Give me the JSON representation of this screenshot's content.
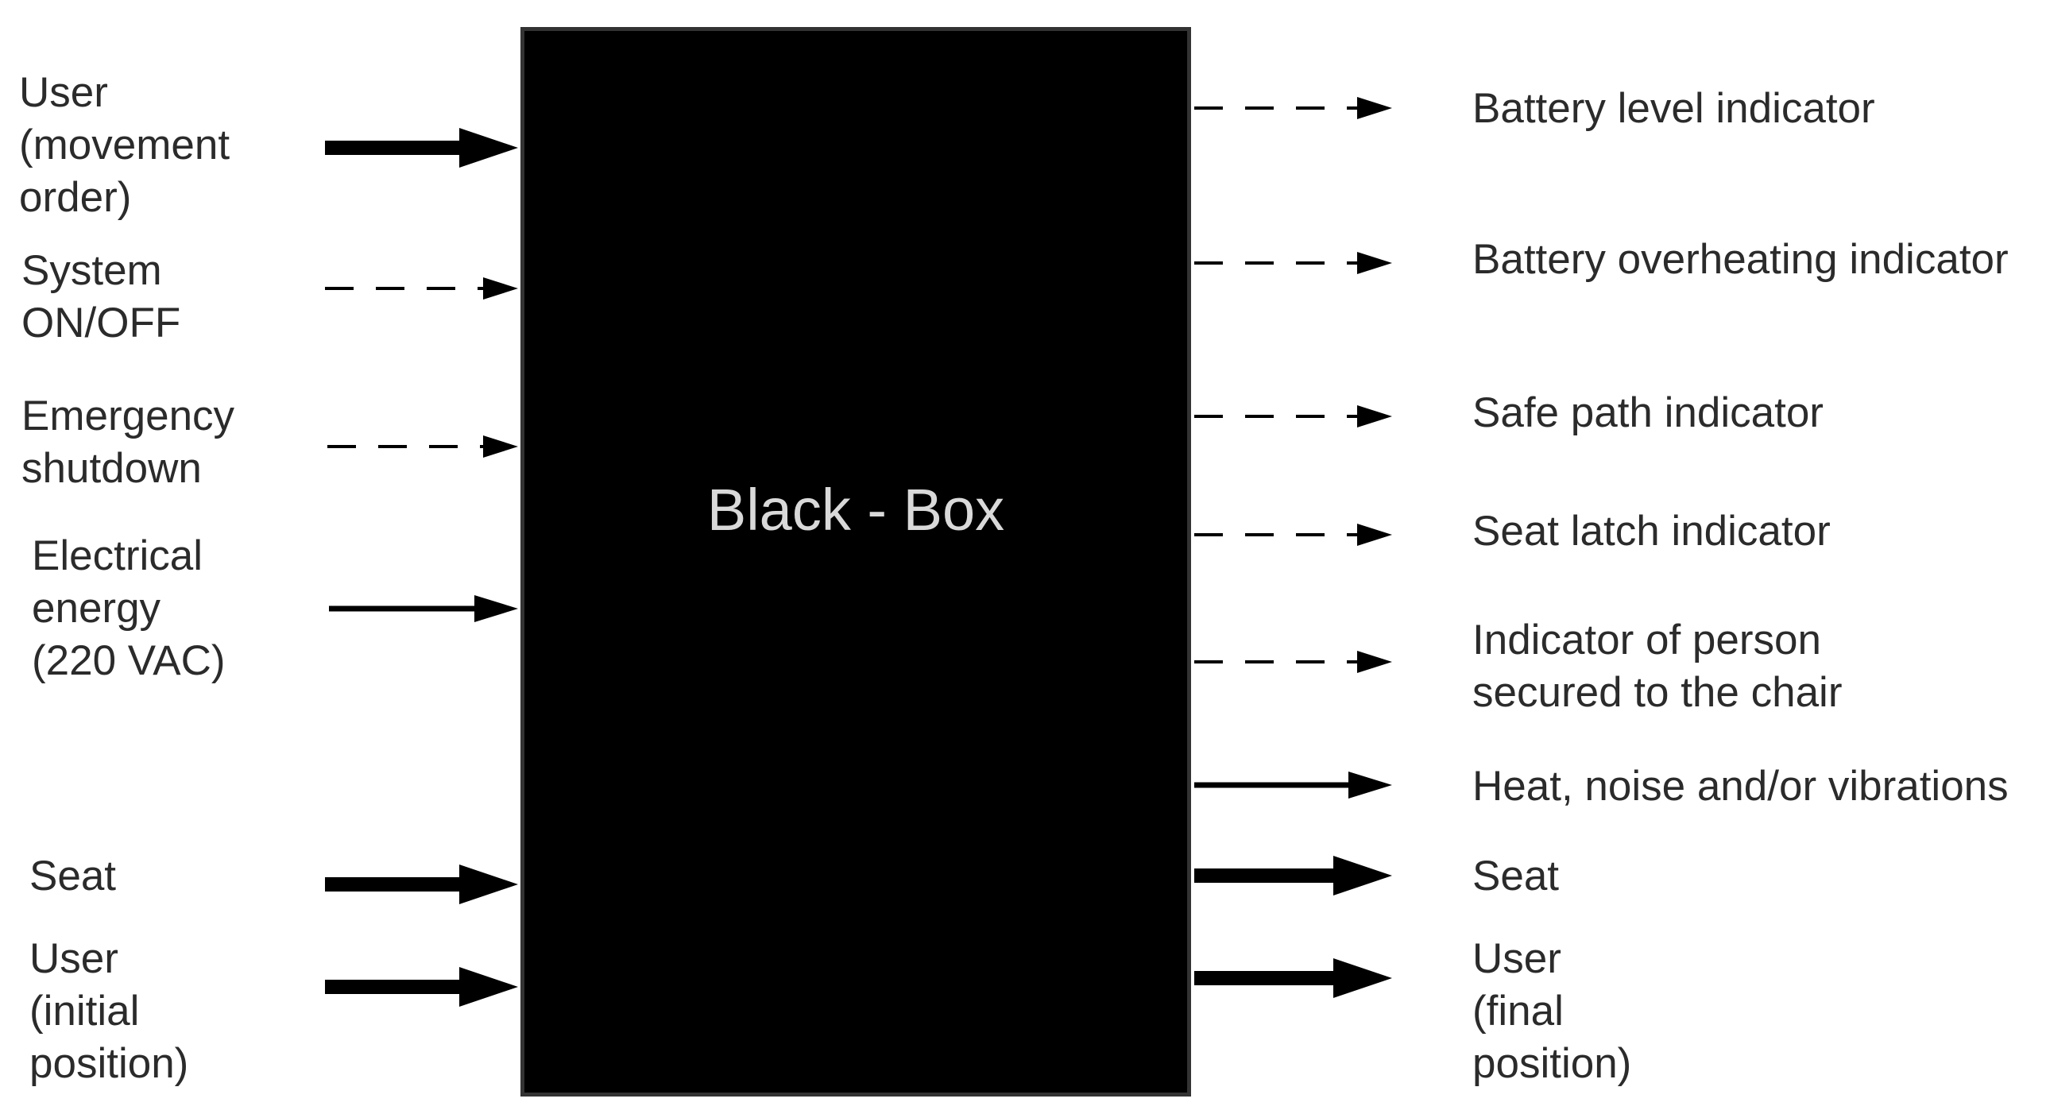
{
  "black_box": {
    "title": "Black - Box",
    "fill": "#000000",
    "title_color": "#d9d9d9"
  },
  "inputs": [
    {
      "id": "user-movement-order",
      "lines": [
        "User",
        "(movement",
        "order)"
      ],
      "style": "thick"
    },
    {
      "id": "system-on-off",
      "lines": [
        "System",
        "ON/OFF"
      ],
      "style": "dashed"
    },
    {
      "id": "emergency-shutdown",
      "lines": [
        "Emergency",
        "shutdown"
      ],
      "style": "dashed"
    },
    {
      "id": "electrical-energy",
      "lines": [
        "Electrical",
        "energy",
        "(220 VAC)"
      ],
      "style": "thin"
    },
    {
      "id": "seat",
      "lines": [
        "Seat"
      ],
      "style": "thick"
    },
    {
      "id": "user-initial-position",
      "lines": [
        "User",
        "(initial",
        "position)"
      ],
      "style": "thick"
    }
  ],
  "outputs": [
    {
      "id": "battery-level-indicator",
      "lines": [
        "Battery level indicator"
      ],
      "style": "dashed"
    },
    {
      "id": "battery-overheating-indicator",
      "lines": [
        "Battery overheating indicator"
      ],
      "style": "dashed"
    },
    {
      "id": "safe-path-indicator",
      "lines": [
        "Safe path indicator"
      ],
      "style": "dashed"
    },
    {
      "id": "seat-latch-indicator",
      "lines": [
        "Seat latch indicator"
      ],
      "style": "dashed"
    },
    {
      "id": "person-secured-indicator",
      "lines": [
        "Indicator of person",
        "secured to the chair"
      ],
      "style": "dashed"
    },
    {
      "id": "heat-noise-vibrations",
      "lines": [
        "Heat, noise and/or vibrations"
      ],
      "style": "thin"
    },
    {
      "id": "seat",
      "lines": [
        "Seat"
      ],
      "style": "thick"
    },
    {
      "id": "user-final-position",
      "lines": [
        "User",
        "(final",
        "position)"
      ],
      "style": "thick"
    }
  ],
  "colors": {
    "text": "#2b2b2b",
    "arrow": "#000000"
  }
}
